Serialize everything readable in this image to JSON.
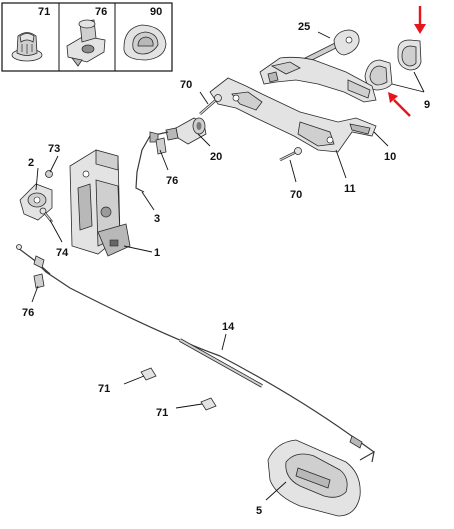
{
  "diagram": {
    "inset_labels": [
      "71",
      "76",
      "90"
    ],
    "callouts": [
      {
        "key": "c25",
        "text": "25"
      },
      {
        "key": "c9",
        "text": "9"
      },
      {
        "key": "c70a",
        "text": "70"
      },
      {
        "key": "c10",
        "text": "10"
      },
      {
        "key": "c73",
        "text": "73"
      },
      {
        "key": "c2",
        "text": "2"
      },
      {
        "key": "c20",
        "text": "20"
      },
      {
        "key": "c76a",
        "text": "76"
      },
      {
        "key": "c70b",
        "text": "70"
      },
      {
        "key": "c11",
        "text": "11"
      },
      {
        "key": "c3",
        "text": "3"
      },
      {
        "key": "c74",
        "text": "74"
      },
      {
        "key": "c1",
        "text": "1"
      },
      {
        "key": "c76b",
        "text": "76"
      },
      {
        "key": "c14",
        "text": "14"
      },
      {
        "key": "c71a",
        "text": "71"
      },
      {
        "key": "c71b",
        "text": "71"
      },
      {
        "key": "c5",
        "text": "5"
      }
    ],
    "arrow_color": "#e8141c",
    "line_color": "#111111"
  }
}
